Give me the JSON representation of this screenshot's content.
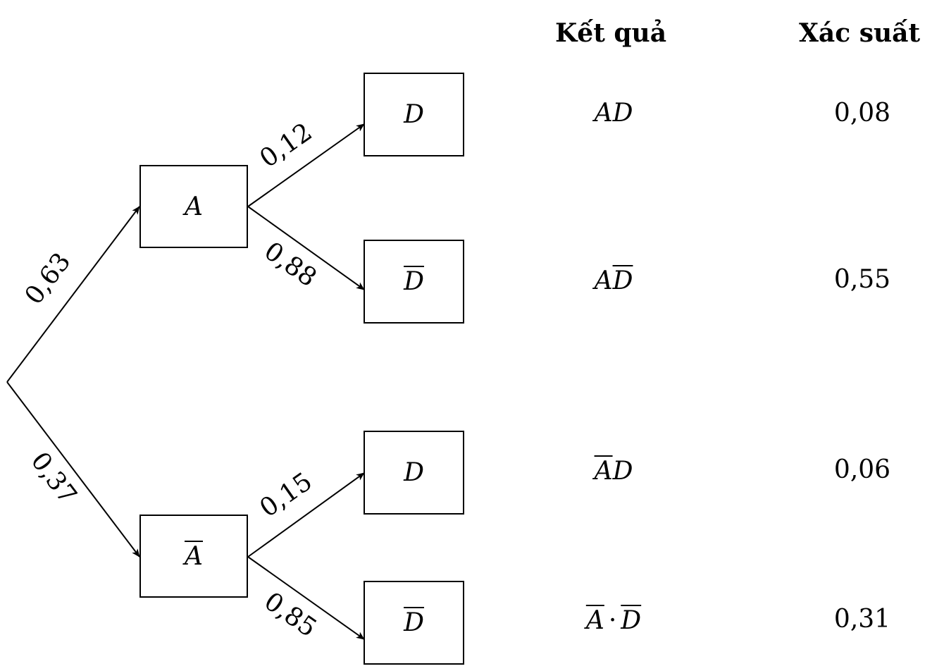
{
  "headers": {
    "outcome": "Kết quả",
    "probability": "Xác suất"
  },
  "level1": [
    {
      "label": "A",
      "overline": false,
      "edge_prob": "0,63"
    },
    {
      "label": "A",
      "overline": true,
      "edge_prob": "0,37"
    }
  ],
  "level2": [
    {
      "label": "D",
      "overline": false,
      "edge_prob": "0,12"
    },
    {
      "label": "D",
      "overline": true,
      "edge_prob": "0,88"
    },
    {
      "label": "D",
      "overline": false,
      "edge_prob": "0,15"
    },
    {
      "label": "D",
      "overline": true,
      "edge_prob": "0,85"
    }
  ],
  "outcomes": [
    {
      "first": "A",
      "second": "D",
      "probability": "0,08"
    },
    {
      "first": "A",
      "second": "D",
      "probability": "0,55"
    },
    {
      "first": "A",
      "second": "D",
      "probability": "0,06"
    },
    {
      "first": "A",
      "separator": "·",
      "second": "D",
      "probability": "0,31"
    }
  ]
}
